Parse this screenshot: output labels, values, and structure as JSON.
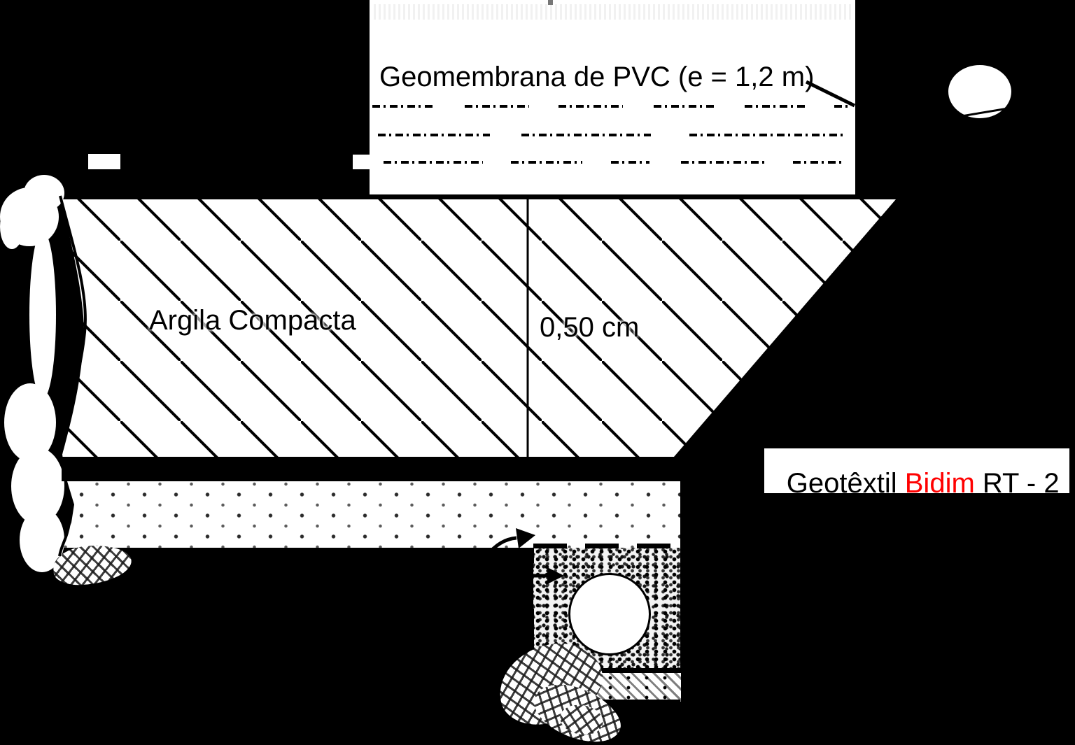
{
  "diagram": {
    "type": "landfill-liner-cross-section",
    "colors": {
      "background": "#000000",
      "paper": "#ffffff",
      "ink": "#000000",
      "brand_red": "#ff0000"
    },
    "labels": {
      "geomembrane": "Geomembrana de PVC (e = 1,2 m)",
      "clay": "Argila Compacta",
      "clay_thickness": "0,50 cm",
      "geotextile_prefix": "Geotêxtil ",
      "geotextile_brand": "Bidim",
      "geotextile_suffix": " RT - 2"
    },
    "elements": {
      "membrane_panel": "white panel with dash-dot membrane lines",
      "clay_layer": "diagonally hatched compacted clay trapezoid",
      "sand_layer": "stippled drainage sand layer",
      "gravel_drain": "gravel-filled trench with drain pipe",
      "drain_pipe": "circular drain pipe",
      "detail_balloon": "small circular detail balloon on leader line",
      "flow_arrows": "two arrows showing flow into drain"
    }
  }
}
